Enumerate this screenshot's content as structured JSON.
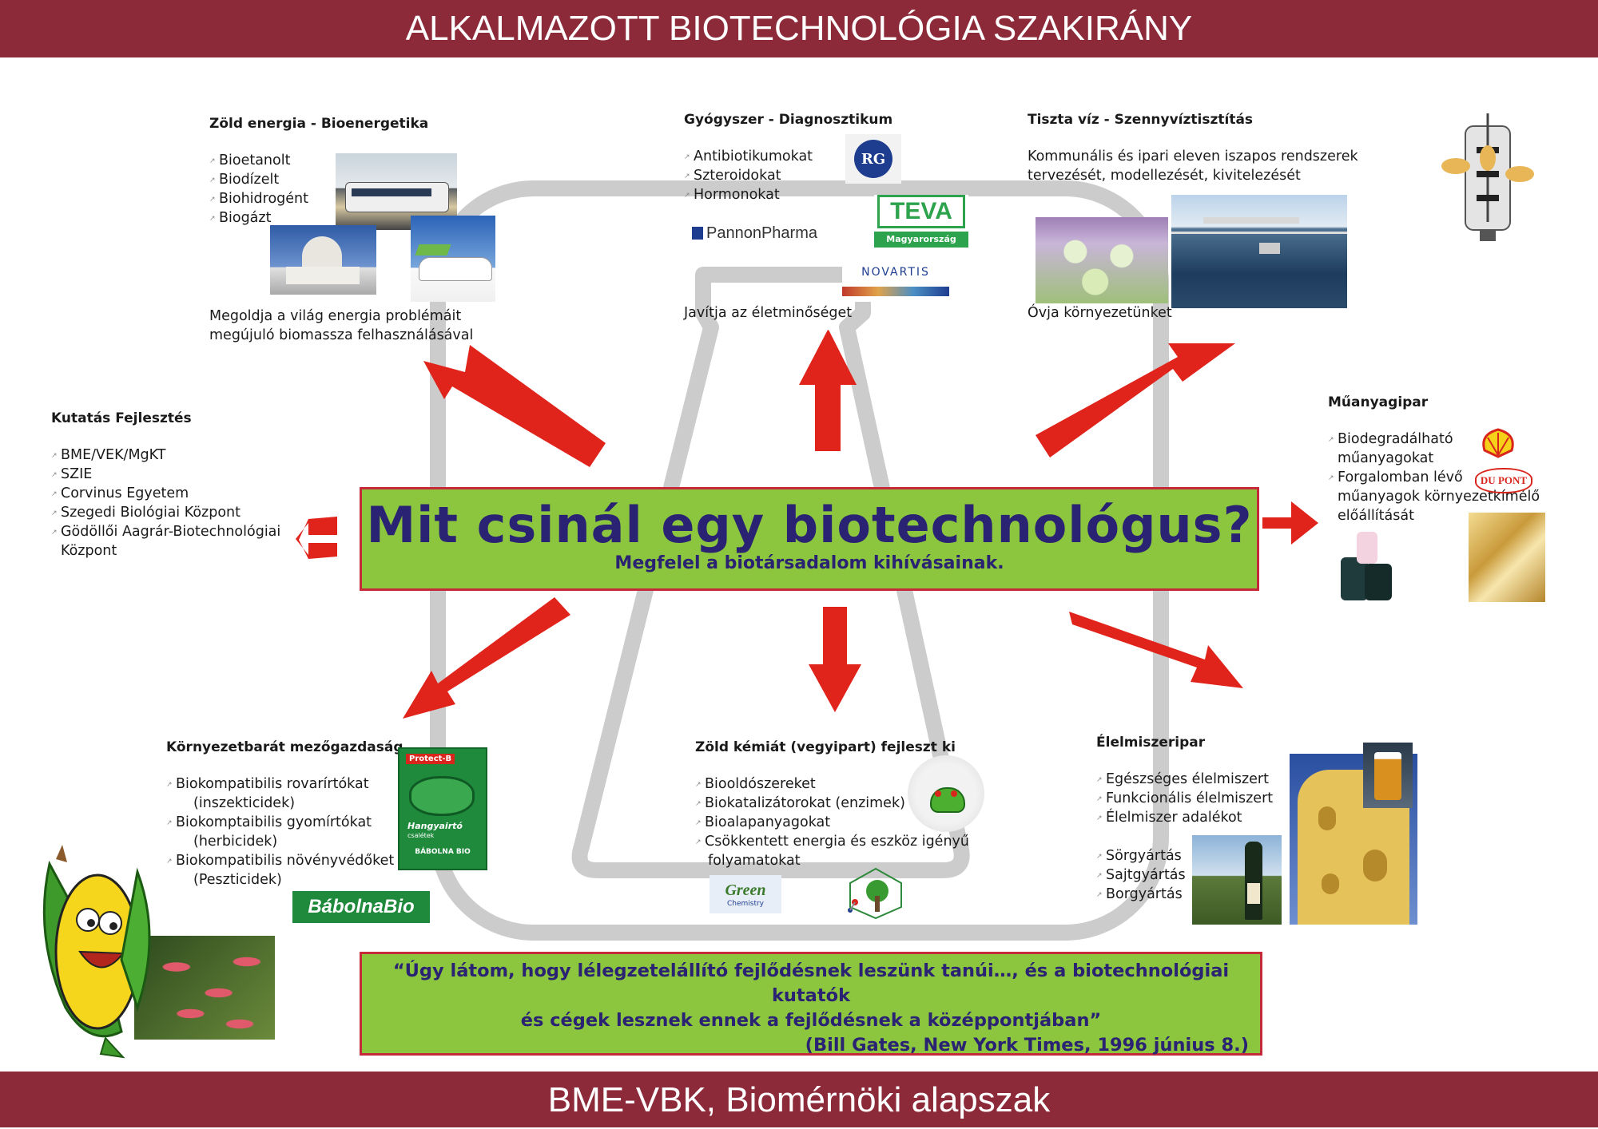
{
  "header": {
    "title": "ALKALMAZOTT BIOTECHNOLÓGIA SZAKIRÁNY"
  },
  "footer": {
    "title": "BME-VBK, Biomérnöki alapszak"
  },
  "center": {
    "title": "Mit csinál egy biotechnológus?",
    "subtitle": "Megfelel a biotársadalom kihívásainak."
  },
  "quote": {
    "line1": "“Úgy látom, hogy lélegzetelállító fejlődésnek leszünk tanúi…, és a biotechnológiai kutatók",
    "line2": "és cégek lesznek ennek a fejlődésnek a középpontjában”",
    "attribution": "(Bill Gates, New York Times, 1996 június 8.)"
  },
  "sections": {
    "energy": {
      "title": "Zöld energia - Bioenergetika",
      "items": [
        "Bioetanolt",
        "Biodízelt",
        "Biohidrogént",
        "Biogázt"
      ],
      "note_line1": "Megoldja a világ energia problémáit",
      "note_line2": "megújuló biomassza felhasználásával"
    },
    "pharma": {
      "title": "Gyógyszer - Diagnosztikum",
      "items": [
        "Antibiotikumokat",
        "Szteroidokat",
        "Hormonokat"
      ],
      "note": "Javítja az életminőséget",
      "logos": {
        "rg": "RG",
        "teva": "TEVA",
        "teva_sub": "Magyarország",
        "pannon": "PannonPharma",
        "novartis": "NOVARTIS"
      }
    },
    "water": {
      "title": "Tiszta víz - Szennyvíztisztítás",
      "desc_line1": "Kommunális és ipari  eleven iszapos rendszerek",
      "desc_line2": "tervezését, modellezését, kivitelezését",
      "note": "Óvja környezetünket"
    },
    "research": {
      "title": "Kutatás Fejlesztés",
      "items": [
        "BME/VEK/MgKT",
        "SZIE",
        "Corvinus Egyetem",
        "Szegedi Biológiai Központ",
        "Gödöllői Aagrár-Biotechnológiai"
      ],
      "last_cont": "Központ"
    },
    "plastics": {
      "title": "Műanyagipar",
      "item1_a": "Biodegradálható",
      "item1_b": "műanyagokat",
      "item2_a": "Forgalomban lévő",
      "item2_b": "műanyagok környezetkímélő",
      "item2_c": "előállítását",
      "logos": {
        "dupont": "DU PONT"
      }
    },
    "agri": {
      "title": "Környezetbarát mezőgazdaság",
      "items": [
        {
          "a": "Biokompatibilis rovarírtókat",
          "b": "(inszekticidek)"
        },
        {
          "a": "Biokomptaibilis gyomírtókat",
          "b": "(herbicidek)"
        },
        {
          "a": "Biokompatibilis növényvédőket",
          "b": "(Peszticidek)"
        }
      ],
      "logos": {
        "babolna": "BábolnaBio",
        "pack_top": "Protect-B",
        "pack_mid": "Hangyairtó",
        "pack_sub": "csalétek",
        "pack_bottom": "BÁBOLNA BIO"
      }
    },
    "chem": {
      "title": "Zöld kémiát (vegyipart) fejleszt ki",
      "items": [
        "Biooldószereket",
        "Biokatalizátorokat (enzimek)",
        "Bioalapanyagokat",
        "Csökkentett energia és eszköz igényű"
      ],
      "last_cont": "folyamatokat",
      "logos": {
        "green_chem": "Green Chemistry",
        "green_small": "Green",
        "green_small2": "Chemistry"
      }
    },
    "food": {
      "title": "Élelmiszeripar",
      "items1": [
        "Egészséges élelmiszert",
        "Funkcionális élelmiszert",
        "Élelmiszer adalékot"
      ],
      "items2": [
        "Sörgyártás",
        "Sajtgyártás",
        "Borgyártás"
      ]
    }
  },
  "colors": {
    "banner": "#8c2a39",
    "green_box": "#8cc63e",
    "box_border": "#c5293a",
    "arrow": "#e0241b",
    "navy": "#2a2272",
    "flask": "#c8c8c8"
  }
}
